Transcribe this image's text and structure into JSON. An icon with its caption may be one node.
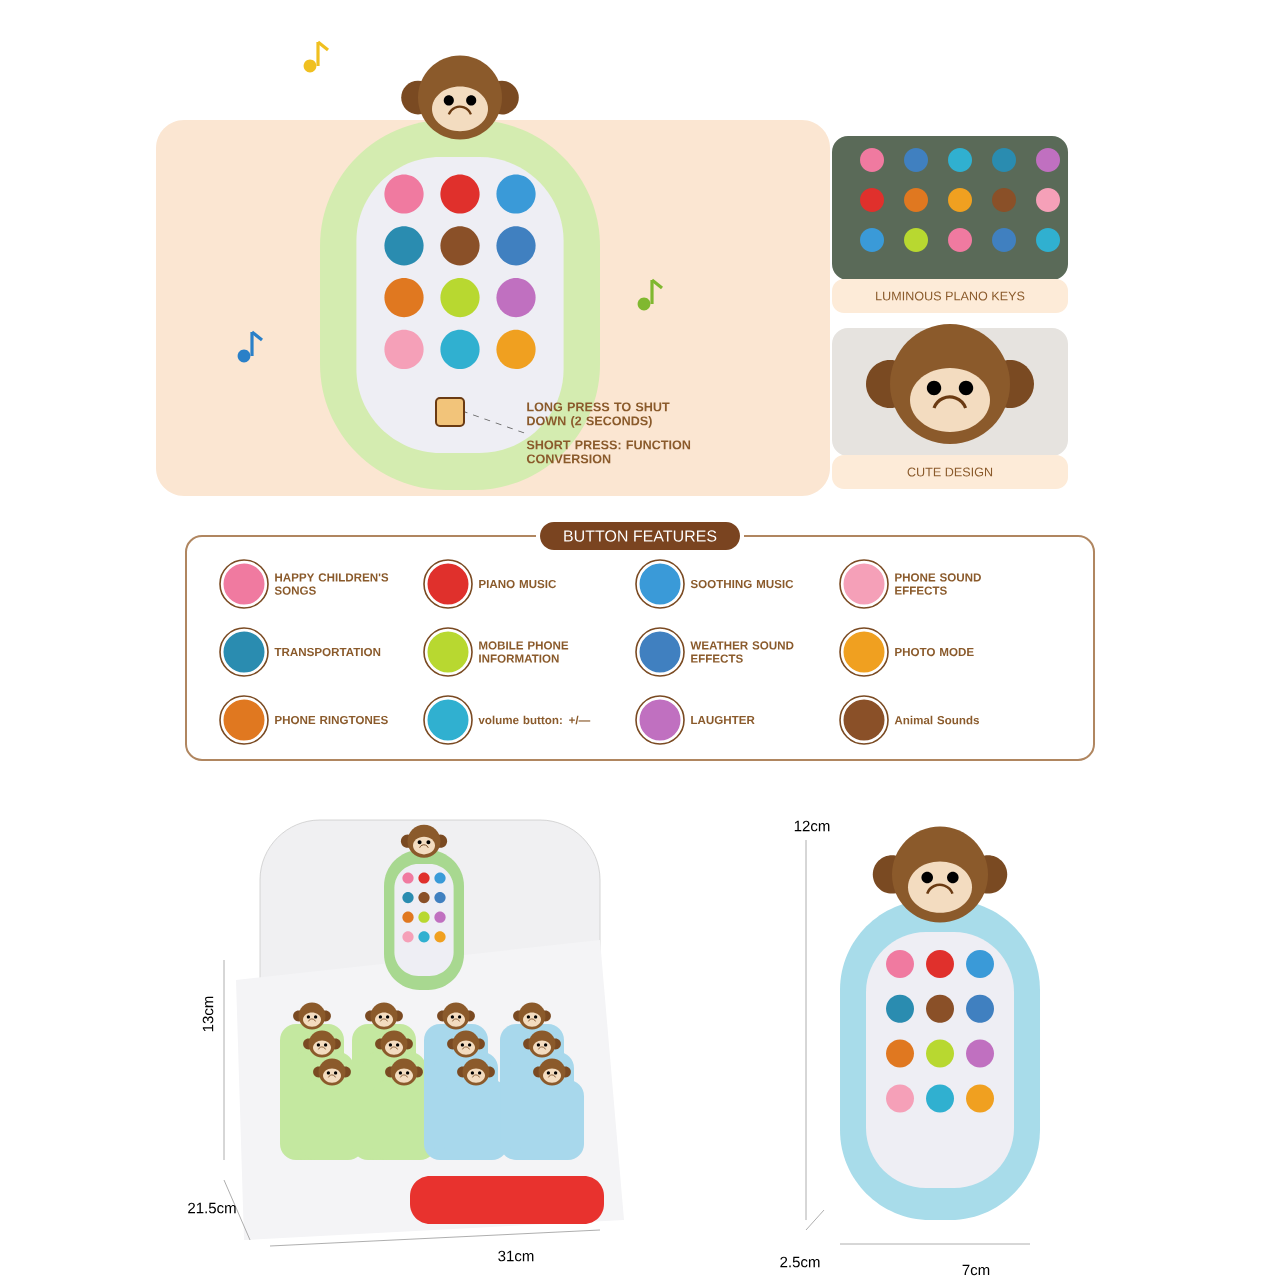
{
  "diagram": {
    "nodes": [
      {
        "text": [
          "LONG PRESS TO SHUT DOWN (2 SECONDS)",
          "SHORT PRESS: FUNCTION CONVERSION"
        ]
      },
      {
        "text": [],
        "shape": "box"
      },
      {
        "text": [
          "LUMINOUS PLANO KEYS"
        ]
      },
      {
        "text": [
          "CUTE DESIGN"
        ]
      },
      {
        "text": [
          "BUTTON FEATURES"
        ]
      }
    ],
    "edges": [
      {
        "from": 0,
        "to": 1,
        "arrow": "none",
        "style": "dashed"
      }
    ],
    "labels": [
      "HAPPY CHILDREN'S SONGS",
      "PIANO MUSIC",
      "SOOTHING MUSIC",
      "PHONE SOUND EFFECTS",
      "TRANSPORTATION",
      "MOBILE PHONE INFORMATION",
      "WEATHER SOUND EFFECTS",
      "PHOTO MODE",
      "PHONE RINGTONES",
      "volume button: +/—",
      "LAUGHTER",
      "Animal Sounds",
      "13cm",
      "21.5cm",
      "31cm",
      "12cm",
      "2.5cm",
      "7cm"
    ]
  }
}
